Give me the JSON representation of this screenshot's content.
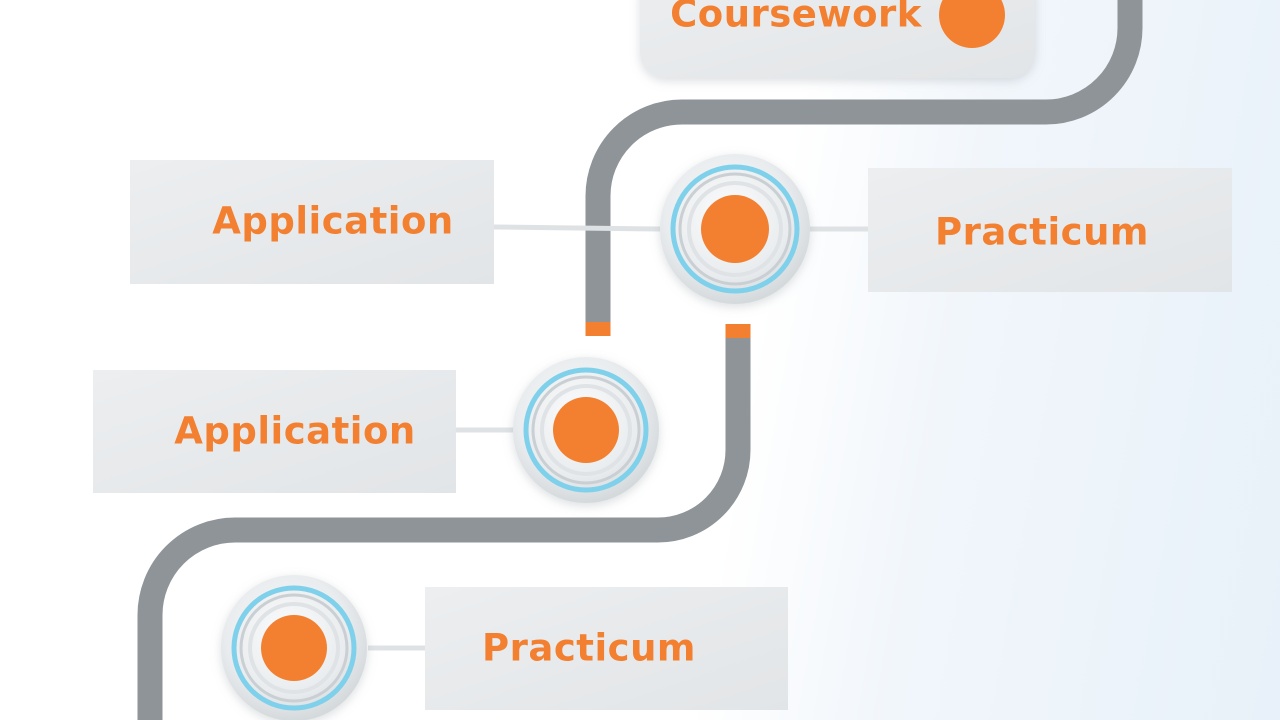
{
  "colors": {
    "accent": "#f28030",
    "path": "#8e9498",
    "box": "#e6e8ea",
    "ring": "#7fd0ea",
    "connector": "#dfe2e4"
  },
  "steps": [
    {
      "label": "Coursework"
    },
    {
      "label": "Application"
    },
    {
      "label": "Practicum"
    },
    {
      "label": "Application"
    },
    {
      "label": "Practicum"
    }
  ]
}
